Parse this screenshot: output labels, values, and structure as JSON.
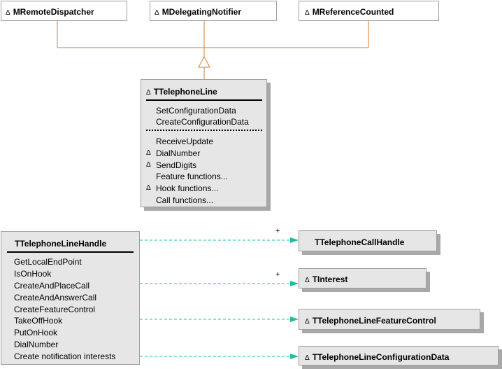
{
  "delta_glyph": "Δ",
  "top_classes": [
    {
      "name": "MRemoteDispatcher",
      "abstract": true
    },
    {
      "name": "MDelegatingNotifier",
      "abstract": true
    },
    {
      "name": "MReferenceCounted",
      "abstract": true
    }
  ],
  "main_class": {
    "name": "TTelephoneLine",
    "abstract": true,
    "members_group1": [
      "SetConfigurationData",
      "CreateConfigurationData"
    ],
    "members_group2": [
      {
        "label": "ReceiveUpdate",
        "delta": false
      },
      {
        "label": "DialNumber",
        "delta": true
      },
      {
        "label": "SendDigits",
        "delta": true
      },
      {
        "label": "Feature functions...",
        "delta": false
      },
      {
        "label": "Hook functions...",
        "delta": true
      },
      {
        "label": "Call functions...",
        "delta": false
      }
    ]
  },
  "handle_class": {
    "name": "TTelephoneLineHandle",
    "members": [
      "GetLocalEndPoint",
      "IsOnHook",
      "CreateAndPlaceCall",
      "CreateAndAnswerCall",
      "CreateFeatureControl",
      "TakeOffHook",
      "PutOnHook",
      "DialNumber",
      "Create notification interests"
    ]
  },
  "right_classes": [
    {
      "name": "TTelephoneCallHandle",
      "abstract": false,
      "multiplicity": "+"
    },
    {
      "name": "TInterest",
      "abstract": true,
      "multiplicity": "+"
    },
    {
      "name": "TTelephoneLineFeatureControl",
      "abstract": true,
      "multiplicity": ""
    },
    {
      "name": "TTelephoneLineConfigurationData",
      "abstract": true,
      "multiplicity": ""
    }
  ],
  "colors": {
    "inheritance": "#e07a2a",
    "usage": "#1bbf9c",
    "box_fill": "#e6e6e6",
    "shadow": "#a8a8a8"
  }
}
